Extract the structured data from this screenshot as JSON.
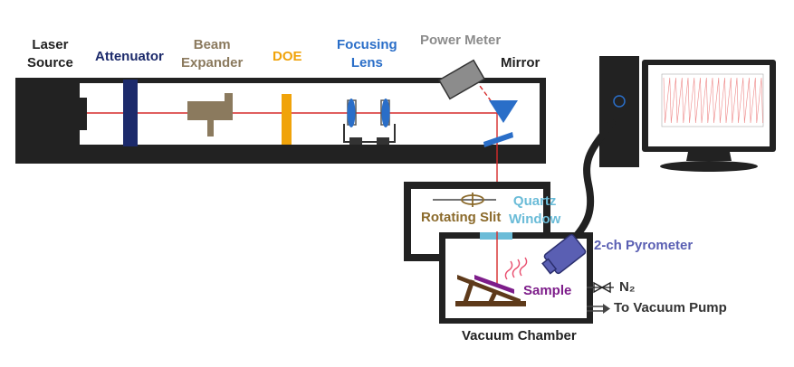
{
  "labels": {
    "laser_source": [
      "Laser",
      "Source"
    ],
    "attenuator": "Attenuator",
    "beam_expander": [
      "Beam",
      "Expander"
    ],
    "doe": "DOE",
    "focusing_lens": [
      "Focusing",
      "Lens"
    ],
    "power_meter": "Power Meter",
    "mirror": "Mirror",
    "quartz_window": [
      "Quartz",
      "Window"
    ],
    "rotating_slit": "Rotating Slit",
    "pyrometer": "2-ch Pyrometer",
    "sample": "Sample",
    "n2": "N₂",
    "vacuum_pump": "To Vacuum Pump",
    "vacuum_chamber": "Vacuum Chamber"
  },
  "colors": {
    "frame": "#222222",
    "laser_beam": "#d62a2a",
    "attenuator": "#1c2a6b",
    "beam_expander": "#8b7a5e",
    "doe": "#f0a30a",
    "focusing_lens": "#2a6ec8",
    "power_meter": "#8c8c8c",
    "quartz_window": "#6bbcd8",
    "rotating_slit": "#8b6a2b",
    "pyrometer": "#5a5fb3",
    "sample": "#7d1d8a",
    "sample_stage": "#5e3a1a"
  },
  "icons": [
    "laser-source-icon",
    "monitor-icon",
    "power-icon",
    "valve-icon",
    "heat-emission-icon"
  ]
}
